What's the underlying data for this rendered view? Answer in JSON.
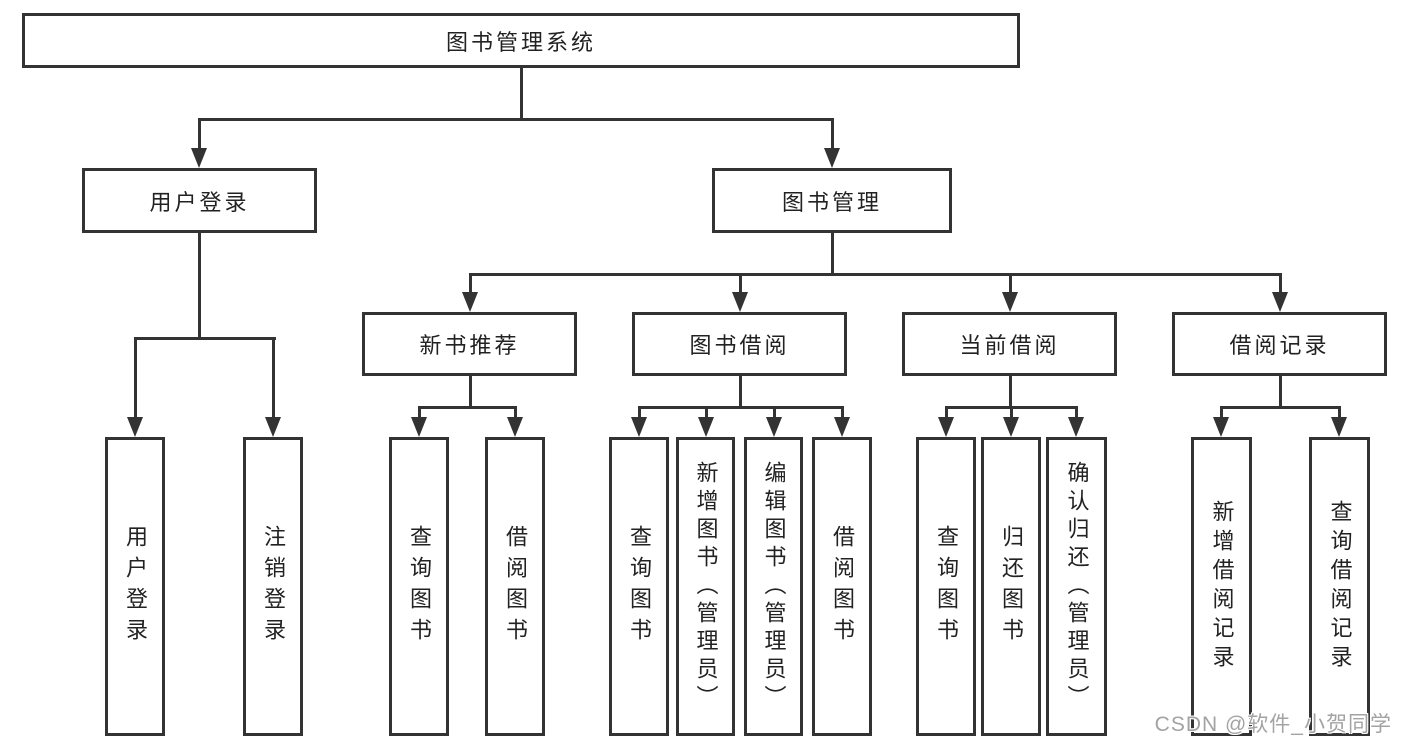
{
  "tree": {
    "root": {
      "label": "图书管理系统"
    },
    "level1": [
      {
        "label": "用户登录"
      },
      {
        "label": "图书管理"
      }
    ],
    "level2": [
      {
        "label": "新书推荐"
      },
      {
        "label": "图书借阅"
      },
      {
        "label": "当前借阅"
      },
      {
        "label": "借阅记录"
      }
    ],
    "leaves": {
      "user_login": [
        "用户登录",
        "注销登录"
      ],
      "new_book": [
        "查询图书",
        "借阅图书"
      ],
      "book_borrow": [
        "查询图书",
        "新增图书（管理员）",
        "编辑图书（管理员）",
        "借阅图书"
      ],
      "current_borrow": [
        "查询图书",
        "归还图书",
        "确认归还（管理员）"
      ],
      "borrow_record": [
        "新增借阅记录",
        "查询借阅记录"
      ]
    }
  },
  "watermark": {
    "text": "CSDN @软件_小贺同学"
  },
  "colors": {
    "line": "#333333",
    "text": "#222222",
    "background": "#ffffff",
    "watermark": "#a3a3a3"
  }
}
